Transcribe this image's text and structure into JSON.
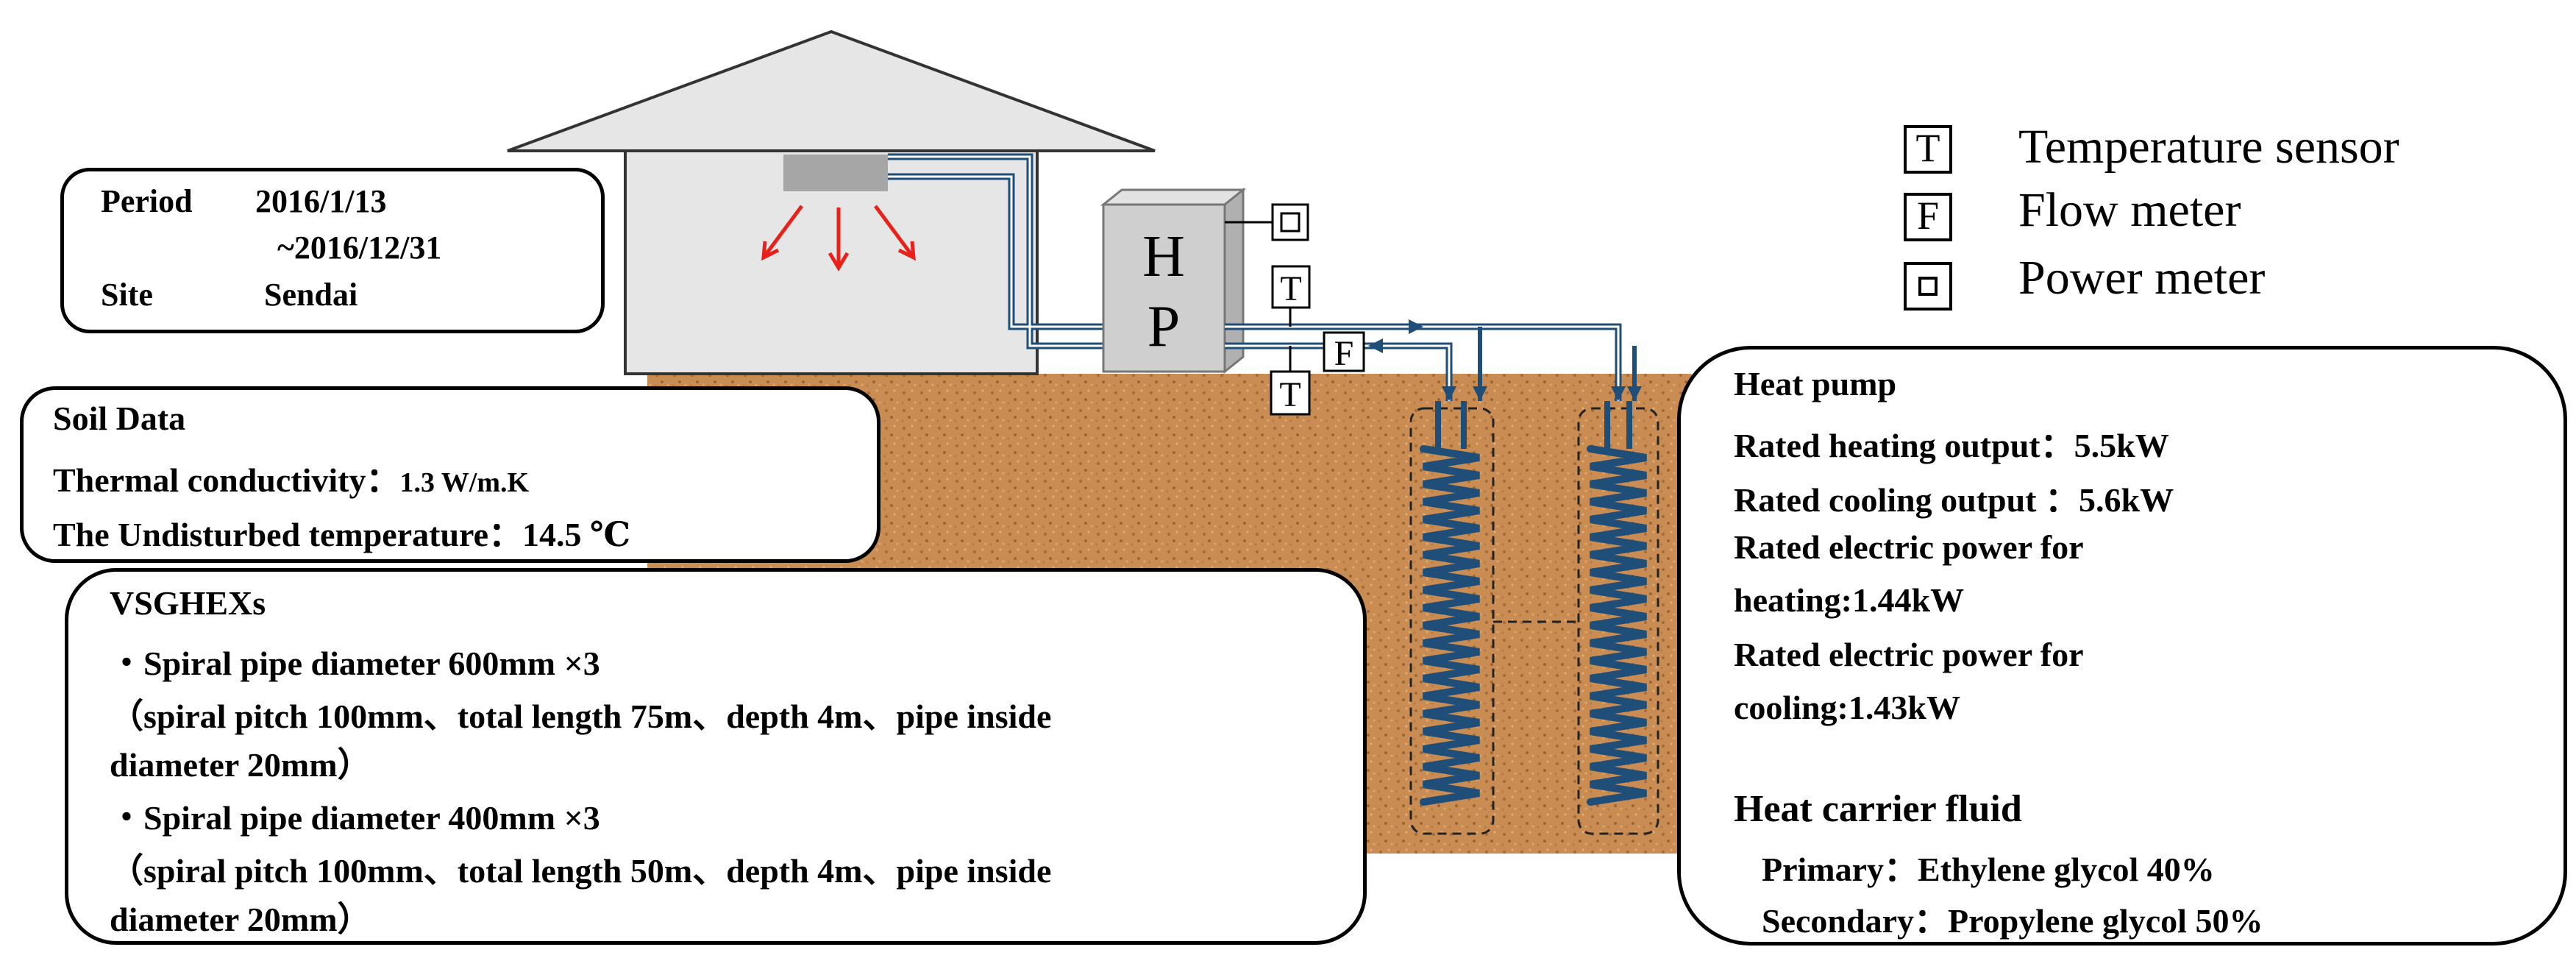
{
  "colors": {
    "soil": "#c98d54",
    "house": "#e6e6e6",
    "pipe": "#1f4e79",
    "arrow": "#e8211a",
    "hp_box": "#cfcfcf"
  },
  "heat_pump_unit": {
    "line1": "H",
    "line2": "P"
  },
  "markers": {
    "temperature": "T",
    "flow": "F"
  },
  "legend": [
    {
      "symbol": "T",
      "icon": "t-box-icon",
      "label": "Temperature sensor"
    },
    {
      "symbol": "F",
      "icon": "f-box-icon",
      "label": "Flow meter"
    },
    {
      "symbol": "",
      "icon": "power-meter-icon",
      "label": "Power meter"
    }
  ],
  "period_box": {
    "period_label": "Period",
    "period_start": "2016/1/13",
    "period_end": "~2016/12/31",
    "site_label": "Site",
    "site_value": "Sendai"
  },
  "soil_box": {
    "title": "Soil Data",
    "conductivity_label": "Thermal conductivity：",
    "conductivity_value": "1.3 W/m.K",
    "temperature_label": "The Undisturbed temperature：",
    "temperature_value": "14.5 ℃"
  },
  "vsghex_box": {
    "title": "VSGHEXs",
    "lines": [
      "・Spiral pipe diameter 600mm ×3",
      "（spiral pitch 100mm、total length 75m、depth 4m、pipe inside",
      "diameter 20mm）",
      "・Spiral pipe diameter 400mm ×3",
      "（spiral pitch 100mm、total length 50m、depth 4m、pipe inside",
      "diameter 20mm）"
    ]
  },
  "heatpump_box": {
    "title": "Heat pump",
    "lines": [
      "Rated heating output：5.5kW",
      "Rated cooling output ：5.6kW",
      "Rated electric power for",
      "heating:1.44kW",
      "Rated electric power for",
      "cooling:1.43kW"
    ],
    "fluid_title": "Heat carrier fluid",
    "primary": "Primary：Ethylene glycol 40%",
    "secondary": "Secondary：Propylene glycol 50%"
  }
}
